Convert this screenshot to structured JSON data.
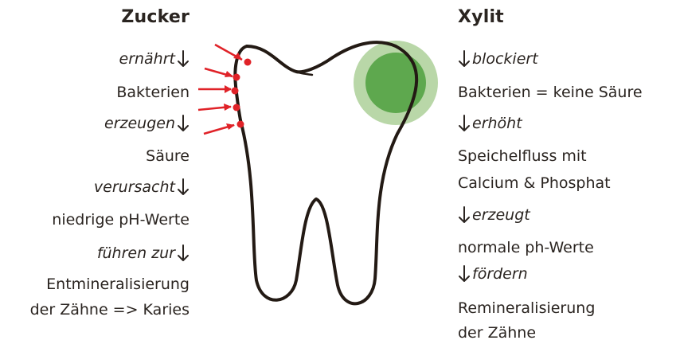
{
  "left": {
    "title": "Zucker",
    "steps": [
      {
        "verb": "ernährt",
        "result": "Bakterien"
      },
      {
        "verb": "erzeugen",
        "result": "Säure"
      },
      {
        "verb": "verursacht",
        "result": "niedrige pH-Werte"
      },
      {
        "verb": "führen zur",
        "result": [
          "Entmineralisierung",
          "der Zähne => Karies"
        ]
      }
    ]
  },
  "right": {
    "title": "Xylit",
    "steps": [
      {
        "verb": "blockiert",
        "result": "Bakterien = keine Säure"
      },
      {
        "verb": "erhöht",
        "result": [
          "Speichelfluss mit",
          "Calcium & Phosphat"
        ]
      },
      {
        "verb": "erzeugt",
        "result": "normale ph-Werte"
      },
      {
        "verb": "fördern",
        "result": [
          "Remineralisierung",
          "der Zähne"
        ]
      }
    ]
  },
  "colors": {
    "text": "#2a2420",
    "arrow_attack": "#e02228",
    "protect_outer": "#b9d7a8",
    "protect_inner": "#5ea84e",
    "tooth_outline": "#231a14"
  },
  "icons": {
    "down_arrow": "down-arrow-icon",
    "attack_arrows": "red-arrow-icon",
    "protection": "green-circle-icon"
  }
}
